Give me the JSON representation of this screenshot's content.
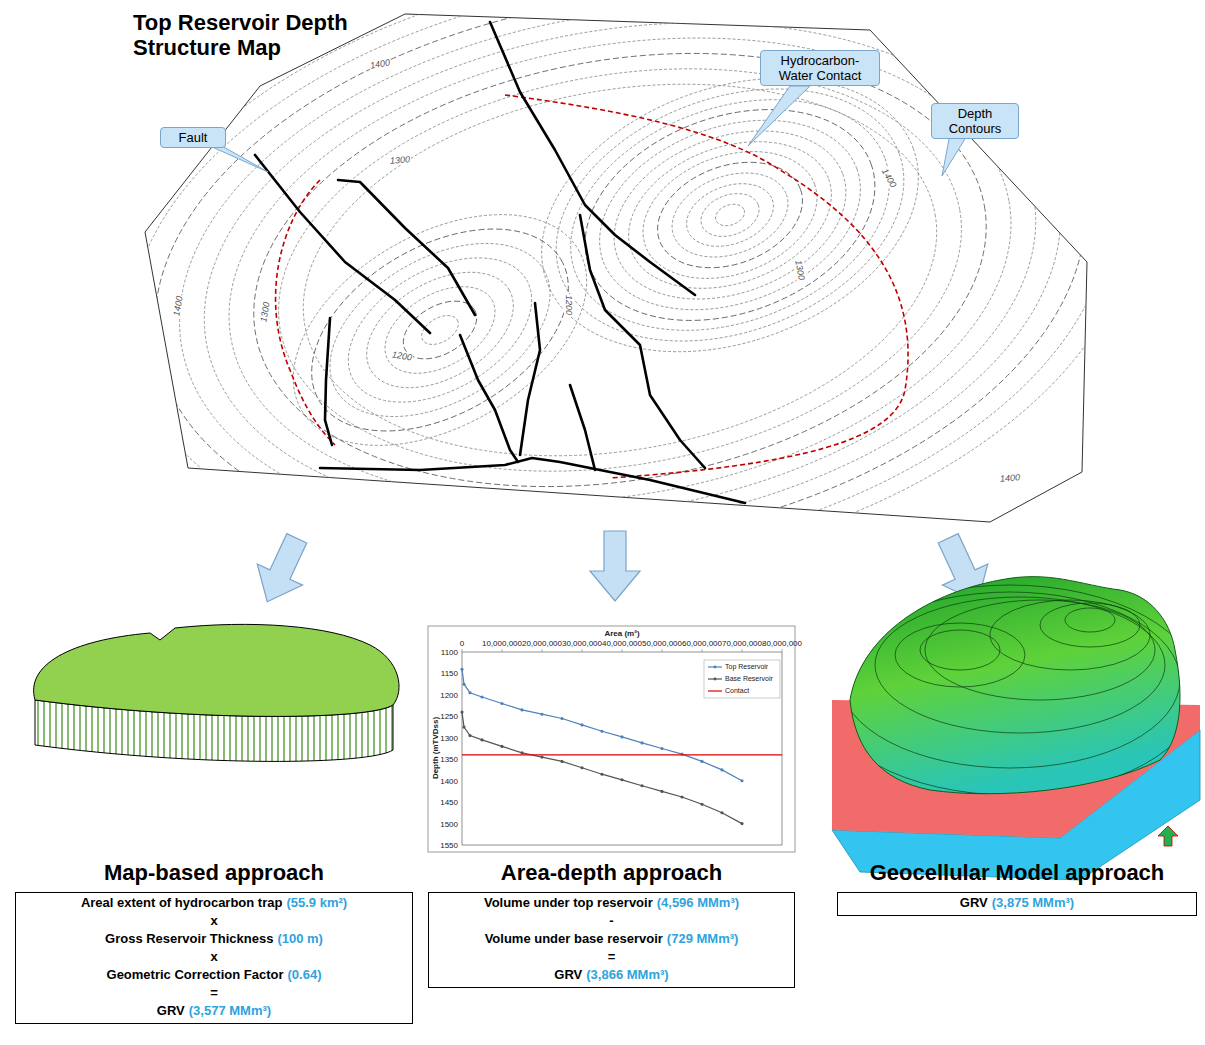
{
  "diagram": {
    "title": "Top Reservoir Depth Structure Map",
    "nodes": [
      {
        "text": [
          "Fault"
        ]
      },
      {
        "text": [
          "Hydrocarbon-Water Contact"
        ]
      },
      {
        "text": [
          "Depth Contours"
        ]
      },
      {
        "text": [
          "Map-based approach",
          "Areal extent of hydrocarbon trap",
          "(55.9 km²)",
          "x",
          "Gross Reservoir Thickness",
          "(100 m)",
          "x",
          "Geometric Correction Factor",
          "(0.64)",
          "=",
          "GRV",
          "(3,577 MMm³)"
        ]
      },
      {
        "text": [
          "Area-depth approach",
          "Volume under top reservoir",
          "(4,596 MMm³)",
          "-",
          "Volume under base reservoir",
          "(729 MMm³)",
          "=",
          "GRV",
          "(3,866 MMm³)"
        ]
      },
      {
        "text": [
          "Geocellular Model approach",
          "GRV",
          "(3,875 MMm³)"
        ]
      }
    ],
    "labels": [
      "1400",
      "1300",
      "1200",
      "1200",
      "1300",
      "1400",
      "1400",
      "1300",
      "1400",
      "Area (m²)",
      "0",
      "10,000,000",
      "20,000,000",
      "30,000,000",
      "40,000,000",
      "50,000,000",
      "60,000,000",
      "70,000,000",
      "80,000,000",
      "Depth (mTVDss)",
      "1100",
      "1150",
      "1200",
      "1250",
      "1300",
      "1350",
      "1400",
      "1450",
      "1500",
      "1550"
    ],
    "legend": [
      {
        "text": "Top Reservoir"
      },
      {
        "text": "Base Reservoir"
      },
      {
        "text": "Contact"
      }
    ]
  }
}
